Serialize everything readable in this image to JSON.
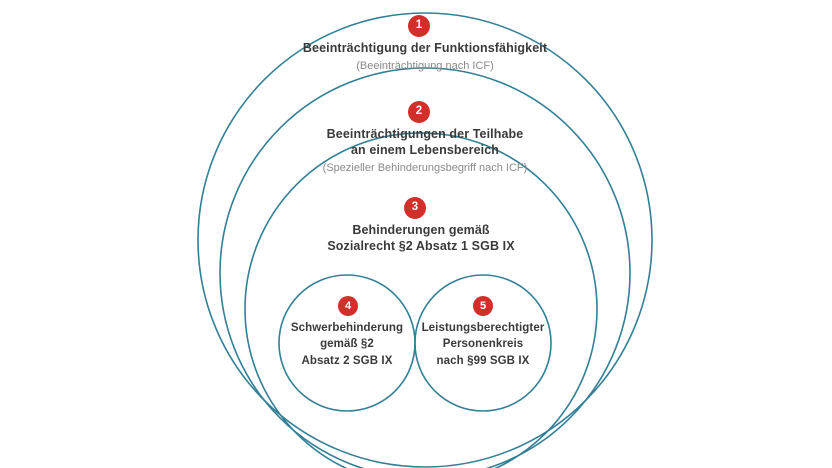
{
  "diagram": {
    "title": "Behinderungsbegriffe - konzentrische Kreise",
    "colors": {
      "circle_stroke": "#337f96",
      "badge_fill": "#d32f2a",
      "badge_text": "#ffffff",
      "title_text": "#3a3a3a",
      "subtitle_text": "#8a8a8a",
      "background": "#ffffff"
    },
    "levels": [
      {
        "number": "1",
        "title": "Beeinträchtigung der Funktionsfähigkeit",
        "subtitle": "(Beeinträchtigung nach ICF)"
      },
      {
        "number": "2",
        "title": "Beeinträchtigungen der Teilhabe\nan einem Lebensbereich",
        "subtitle": "(Spezieller Behinderungsbegriff nach ICF)"
      },
      {
        "number": "3",
        "title": "Behinderungen gemäß\nSozialrecht §2 Absatz 1 SGB IX",
        "subtitle": ""
      },
      {
        "number": "4",
        "title": "Schwerbehinderung\ngemäß §2\nAbsatz 2 SGB IX",
        "subtitle": ""
      },
      {
        "number": "5",
        "title": "Leistungsberechtigter\nPersonenkreis\nnach §99 SGB IX",
        "subtitle": ""
      }
    ]
  }
}
